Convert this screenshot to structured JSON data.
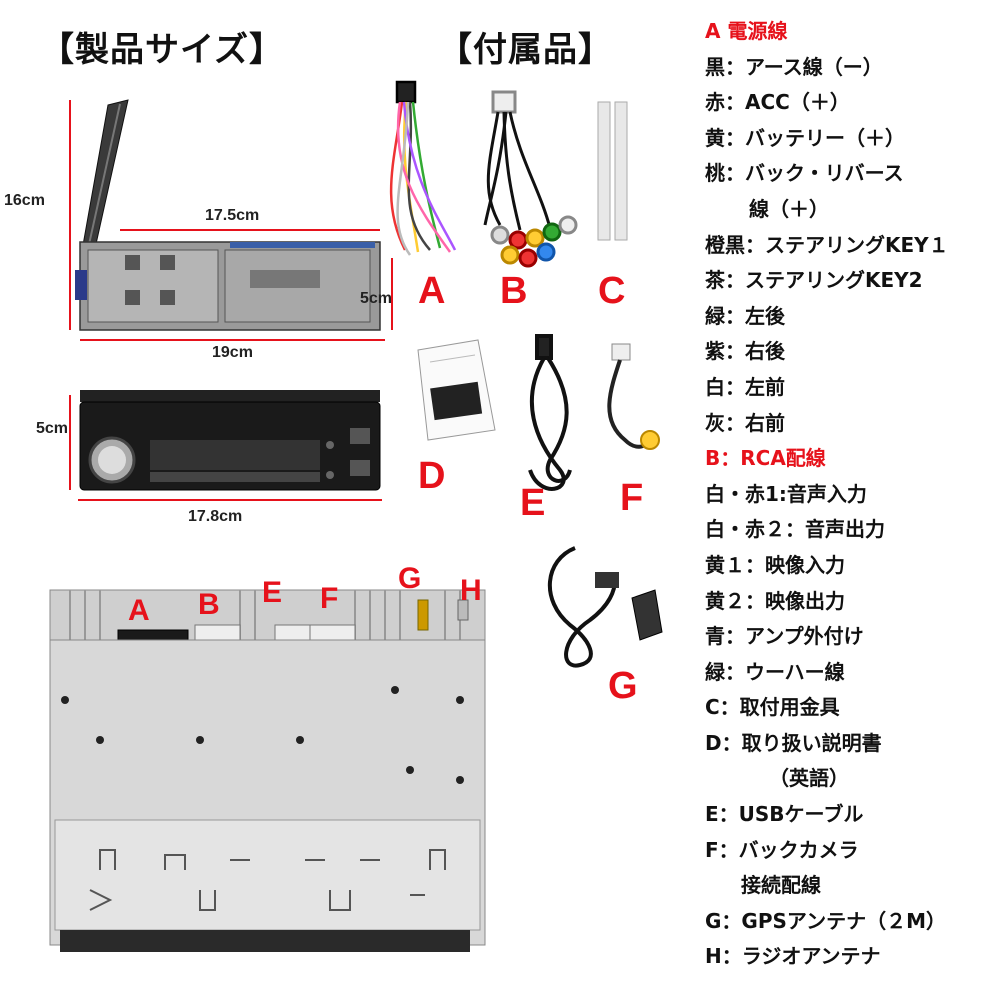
{
  "headers": {
    "size": "【製品サイズ】",
    "accessories": "【付属品】"
  },
  "dimensions": {
    "height_side": "16cm",
    "depth_inner": "17.5cm",
    "depth_total": "19cm",
    "height_small": "5cm",
    "front_height": "5cm",
    "front_width": "17.8cm"
  },
  "accessory_letters": [
    "A",
    "B",
    "C",
    "D",
    "E",
    "F",
    "G"
  ],
  "port_letters": [
    "A",
    "B",
    "E",
    "F",
    "G",
    "H"
  ],
  "legend": [
    {
      "text": "A 電源線",
      "red": true,
      "indent": 0
    },
    {
      "text": "黒：アース線（ー）",
      "red": false,
      "indent": 0
    },
    {
      "text": "赤：ACC（＋）",
      "red": false,
      "indent": 0
    },
    {
      "text": "黄：バッテリー（＋）",
      "red": false,
      "indent": 0
    },
    {
      "text": "桃：バック・リバース",
      "red": false,
      "indent": 0
    },
    {
      "text": "線（＋）",
      "red": false,
      "indent": 1
    },
    {
      "text": "橙黒：ステアリングKEY１",
      "red": false,
      "indent": 0
    },
    {
      "text": "茶：ステアリングKEY2",
      "red": false,
      "indent": 0
    },
    {
      "text": "緑：左後",
      "red": false,
      "indent": 0
    },
    {
      "text": "紫：右後",
      "red": false,
      "indent": 0
    },
    {
      "text": "白：左前",
      "red": false,
      "indent": 0
    },
    {
      "text": "灰：右前",
      "red": false,
      "indent": 0
    },
    {
      "text": "B：RCA配線",
      "red": true,
      "indent": 0
    },
    {
      "text": "白・赤1:音声入力",
      "red": false,
      "indent": 0
    },
    {
      "text": "白・赤２：音声出力",
      "red": false,
      "indent": 0
    },
    {
      "text": "黄１：映像入力",
      "red": false,
      "indent": 0
    },
    {
      "text": "黄２：映像出力",
      "red": false,
      "indent": 0
    },
    {
      "text": "青：アンプ外付け",
      "red": false,
      "indent": 0
    },
    {
      "text": "緑：ウーハー線",
      "red": false,
      "indent": 0
    },
    {
      "text": "C：取付用金具",
      "red": false,
      "indent": 0
    },
    {
      "text": "D：取り扱い説明書",
      "red": false,
      "indent": 0
    },
    {
      "text": "（英語）",
      "red": false,
      "indent": 2
    },
    {
      "text": "E：USBケーブル",
      "red": false,
      "indent": 0
    },
    {
      "text": "F：バックカメラ",
      "red": false,
      "indent": 0
    },
    {
      "text": "接続配線",
      "red": false,
      "indent": 3
    },
    {
      "text": "G：GPSアンテナ（２M）",
      "red": false,
      "indent": 0
    },
    {
      "text": "H：ラジオアンテナ",
      "red": false,
      "indent": 0
    }
  ],
  "colors": {
    "accent_red": "#e6121b",
    "text": "#111111"
  }
}
